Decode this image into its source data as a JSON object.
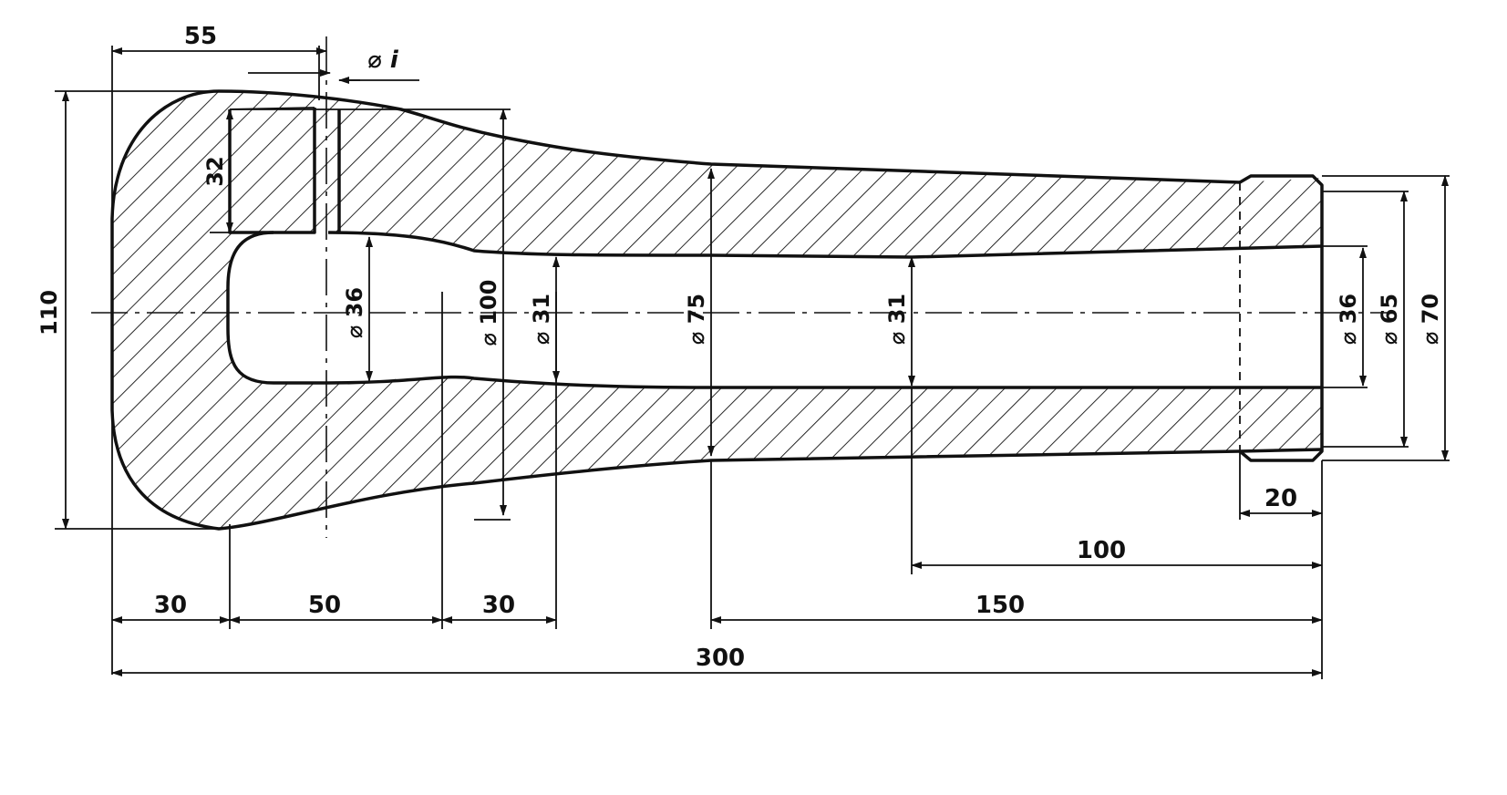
{
  "drawing": {
    "dimensions": {
      "top_width": "55",
      "hole_dia": "⌀ i",
      "overall_height": "110",
      "slot_depth": "32",
      "bore_start": "⌀ 36",
      "dia_100": "⌀ 100",
      "dia_31_left": "⌀ 31",
      "dia_75": "⌀ 75",
      "dia_31_right": "⌀ 31",
      "bore_end": "⌀ 36",
      "dia_65": "⌀ 65",
      "dia_70": "⌀ 70",
      "len_30_a": "30",
      "len_50": "50",
      "len_30_b": "30",
      "len_20": "20",
      "len_100": "100",
      "len_150": "150",
      "len_300": "300"
    },
    "colors": {
      "ink": "#111111",
      "paper": "#ffffff"
    }
  }
}
